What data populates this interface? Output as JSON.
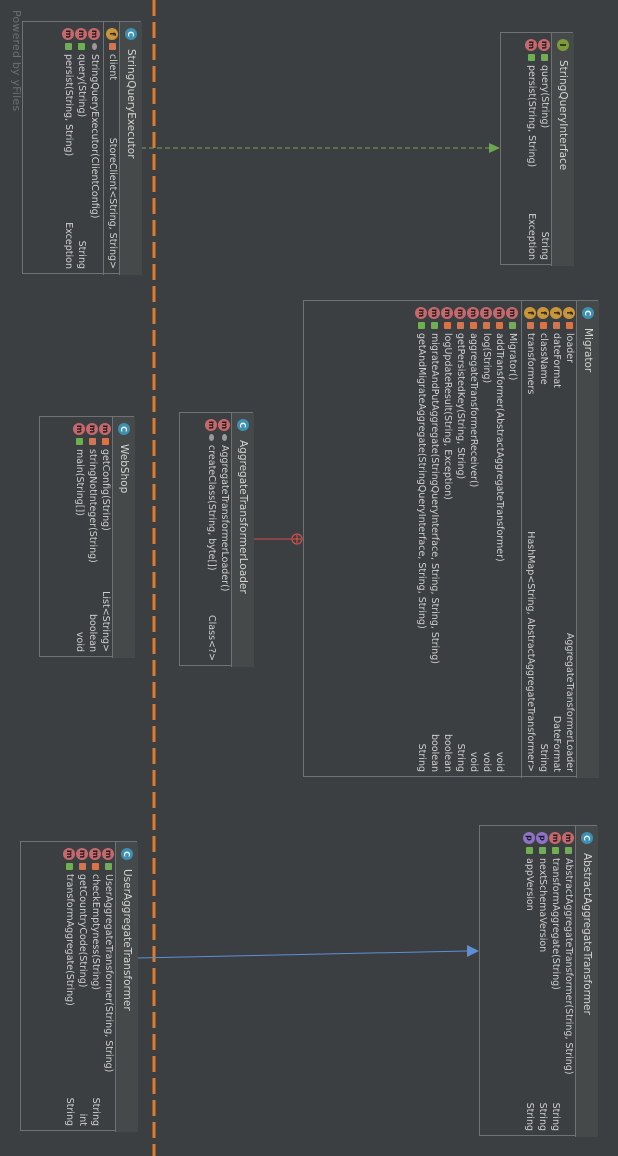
{
  "watermark": "Powered by yFiles",
  "classes": {
    "string_query_executor": {
      "name": "StringQueryExecutor",
      "kind_icon": "C",
      "fields": [
        {
          "icon": "f",
          "name": "client",
          "type": "StoreClient<String, String>"
        }
      ],
      "methods": [
        {
          "icon": "m",
          "name": "StringQueryExecutor(ClientConfig)",
          "type": ""
        },
        {
          "icon": "m",
          "name": "query(String)",
          "type": "String"
        },
        {
          "icon": "m",
          "name": "persist(String, String)",
          "type": "Exception"
        }
      ]
    },
    "string_query_interface": {
      "name": "StringQueryInterface",
      "kind_icon": "I",
      "fields": [],
      "methods": [
        {
          "icon": "m",
          "name": "query(String)",
          "type": "String"
        },
        {
          "icon": "m",
          "name": "persist(String, String)",
          "type": "Exception"
        }
      ]
    },
    "migrator": {
      "name": "Migrator",
      "kind_icon": "C",
      "fields": [
        {
          "icon": "f",
          "name": "loader",
          "type": "AggregateTransformerLoader"
        },
        {
          "icon": "f",
          "name": "dateFormat",
          "type": "DateFormat"
        },
        {
          "icon": "f",
          "name": "className",
          "type": "String"
        },
        {
          "icon": "f",
          "name": "transformers",
          "type": "HashMap<String, AbstractAggregateTransformer>"
        }
      ],
      "methods": [
        {
          "icon": "m",
          "name": "Migrator()",
          "type": ""
        },
        {
          "icon": "m",
          "name": "addTransformer(AbstractAggregateTransformer)",
          "type": "void"
        },
        {
          "icon": "m",
          "name": "log(String)",
          "type": "void"
        },
        {
          "icon": "m",
          "name": "aggregateTransformerReceiver()",
          "type": "void"
        },
        {
          "icon": "m",
          "name": "getPersistedKey(String, String)",
          "type": "String"
        },
        {
          "icon": "m",
          "name": "logUpdateResult(String, Exception)",
          "type": "boolean"
        },
        {
          "icon": "m",
          "name": "migrateAndPutAggregate(StringQueryInterface, String, String, String)",
          "type": "boolean"
        },
        {
          "icon": "m",
          "name": "getAndMigrateAggregate(StringQueryInterface, String, String)",
          "type": "String"
        }
      ]
    },
    "aggregate_transformer_loader": {
      "name": "AggregateTransformerLoader",
      "kind_icon": "C",
      "fields": [],
      "methods": [
        {
          "icon": "m",
          "name": "AggregateTransformerLoader()",
          "type": ""
        },
        {
          "icon": "m",
          "name": "createClass(String, byte[])",
          "type": "Class<?>"
        }
      ]
    },
    "web_shop": {
      "name": "WebShop",
      "kind_icon": "C",
      "fields": [],
      "methods": [
        {
          "icon": "m",
          "name": "getConfig(String)",
          "type": "List<String>"
        },
        {
          "icon": "m",
          "name": "stringNotInteger(String)",
          "type": "boolean"
        },
        {
          "icon": "m",
          "name": "main(String[])",
          "type": "void"
        }
      ]
    },
    "abstract_aggregate_transformer": {
      "name": "AbstractAggregateTransformer",
      "kind_icon": "C",
      "fields": [],
      "methods": [
        {
          "icon": "m",
          "name": "AbstractAggregateTransformer(String, String)",
          "type": ""
        },
        {
          "icon": "m",
          "name": "transformAggregate(String)",
          "type": "String"
        },
        {
          "icon": "p",
          "name": "nextSchemaVersion",
          "type": "String"
        },
        {
          "icon": "p",
          "name": "appVersion",
          "type": "String"
        }
      ]
    },
    "user_aggregate_transformer": {
      "name": "UserAggregateTransformer",
      "kind_icon": "C",
      "fields": [],
      "methods": [
        {
          "icon": "m",
          "name": "UserAggregateTransformer(String, String)",
          "type": ""
        },
        {
          "icon": "m",
          "name": "checkEmptyness(String)",
          "type": "String"
        },
        {
          "icon": "m",
          "name": "getCountryCode(String)",
          "type": "int"
        },
        {
          "icon": "m",
          "name": "transformAggregate(String)",
          "type": "String"
        }
      ]
    }
  },
  "colors": {
    "background": "#3c3f41",
    "border": "#6f7275",
    "realization_edge": "#6aa84f",
    "inheritance_edge": "#5b8fd9",
    "inner_class_edge": "#d0504a",
    "dashed_divider": "#e07b28"
  }
}
